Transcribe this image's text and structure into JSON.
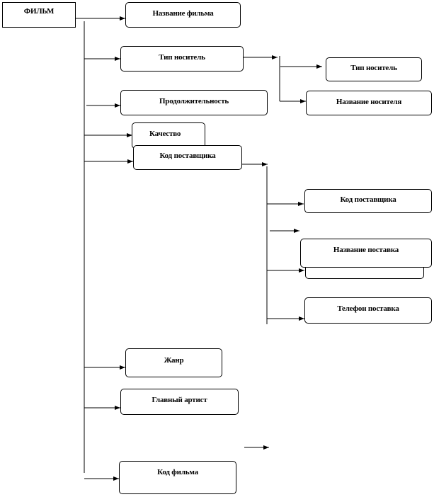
{
  "root": {
    "label": "ФИЛЬМ"
  },
  "nodes": {
    "film_title": "Название фильма",
    "media_type": "Тип носитель",
    "media_type_sub": "Тип носитель",
    "media_name": "Название носителя",
    "duration": "Продолжительность",
    "quality": "Качество",
    "supplier_code": "Код поставщика",
    "supplier_code_sub": "Код поставщика",
    "supplier_name": "Название поставка",
    "supplier_phone": "Телефон поставка",
    "genre": "Жанр",
    "main_actor": "Главный артист",
    "film_code": "Код фильма"
  }
}
